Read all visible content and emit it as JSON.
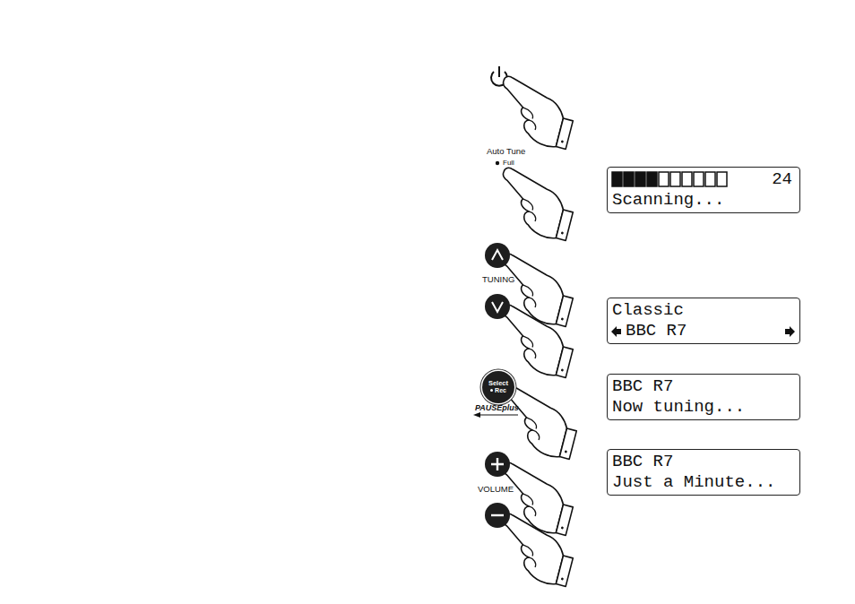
{
  "diagram": {
    "nodes": [
      {
        "text": [
          "24",
          "Scanning..."
        ]
      },
      {
        "text": [
          "Classic",
          "BBC R7"
        ]
      },
      {
        "text": [
          "Select",
          "Rec"
        ]
      },
      {
        "text": [
          "BBC R7",
          "Now tuning..."
        ]
      },
      {
        "text": [
          "BBC R7",
          "Just a Minute..."
        ]
      }
    ],
    "labels": [
      "Auto Tune",
      "Full",
      "TUNING",
      "PAUSEplus",
      "VOLUME"
    ]
  }
}
